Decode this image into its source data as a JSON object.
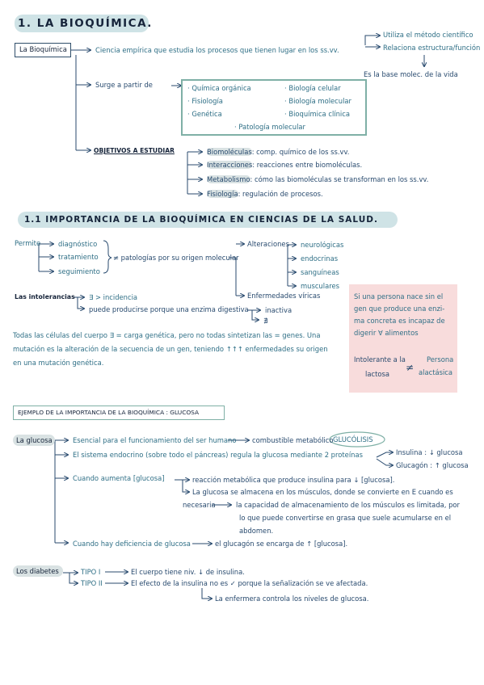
{
  "section1": {
    "title": "1. LA BIOQUÍMICA.",
    "main_label": "La Bioquímica",
    "def": "Ciencia empírica que estudia los procesos que tienen lugar en los ss.vv.",
    "uses": "Utiliza el método científico",
    "relates": "Relaciona estructura/función",
    "base": "Es la base molec. de la vida",
    "surge": "Surge a partir de",
    "origins": [
      "· Química orgánica",
      "· Biología celular",
      "· Fisiología",
      "· Biología molecular",
      "· Genética",
      "· Bioquímica clínica",
      "· Patología molecular"
    ],
    "objetivos_label": "OBJETIVOS A ESTUDIAR",
    "objetivos": [
      {
        "term": "Biomoléculas",
        "desc": ": comp. químico de los ss.vv."
      },
      {
        "term": "Interacciones",
        "desc": ": reacciones entre biomoléculas."
      },
      {
        "term": "Metabolismo",
        "desc": ": cómo las biomoléculas se transforman en los ss.vv."
      },
      {
        "term": "Fisiología",
        "desc": ": regulación de procesos."
      }
    ]
  },
  "section2": {
    "title": "1.1 IMPORTANCIA DE LA BIOQUÍMICA EN CIENCIAS DE LA SALUD.",
    "permite": "Permite",
    "permite_items": [
      "diagnóstico",
      "tratamiento",
      "seguimiento"
    ],
    "patologias": "≠ patologías por su origen molecular",
    "alteraciones": "Alteraciones",
    "alt_items": [
      "neurológicas",
      "endocrinas",
      "sanguíneas",
      "musculares"
    ],
    "enfermedades": "Enfermedades víricas",
    "intolerancias": "Las intolerancias",
    "int_item1": "∃ > incidencia",
    "int_item2": "puede producirse porque una enzima digestiva",
    "inactiva": "inactiva",
    "no_existe": "∄",
    "para1": "Todas las células del cuerpo ∃ = carga genética, pero no todas sintetizan las = genes. Una",
    "para2": "mutación es la alteración de la secuencia de un gen, teniendo ↑↑↑ enfermedades su origen",
    "para3": "en una mutación genética.",
    "note1": "Si una persona nace sin el",
    "note2": "gen que produce una enzi-",
    "note3": "ma concreta es incapaz de",
    "note4": "digerir ∀ alimentos",
    "note5": "Intolerante a la",
    "note6": "lactosa",
    "note_neq": "≠",
    "note7": "Persona",
    "note8": "alactásica"
  },
  "section3": {
    "title": "EJEMPLO DE LA IMPORTANCIA DE LA BIOQUÍMICA : GLUCOSA",
    "glucosa": "La glucosa",
    "g1": "Esencial para el funcionamiento del ser humano",
    "g1b": "combustible metabólico",
    "glucolisis": "GLUCÓLISIS",
    "g2": "El sistema endocrino (sobre todo el páncreas) regula la glucosa mediante 2 proteínas",
    "insulina": "Insulina : ↓ glucosa",
    "glucagon": "Glucagón : ↑ glucosa",
    "g3": "Cuando aumenta [glucosa]",
    "g3a": "reacción metabólica que produce insulina para ↓ [glucosa].",
    "g3b": "La glucosa se almacena en los músculos, donde se convierte en E cuando es",
    "g3c": "necesaria",
    "g3d": "la capacidad de almacenamiento de los músculos es limitada, por",
    "g3e": "lo que puede convertirse en grasa que suele acumularse en el",
    "g3f": "abdomen.",
    "g4": "Cuando hay deficiencia de glucosa",
    "g4b": "el glucagón se encarga de ↑ [glucosa].",
    "diabetes": "Los diabetes",
    "d1": "TIPO I",
    "d1b": "El cuerpo tiene niv. ↓ de insulina.",
    "d2": "TIPO II",
    "d2b": "El efecto de la insulina no es ✓ porque la señalización se ve afectada.",
    "d3": "La enfermera controla los niveles de glucosa."
  },
  "colors": {
    "ink": "#284a6e",
    "accent": "#2f6f86",
    "highlight": "#cfe3e6",
    "box": "#7fb0a6",
    "note": "#f8dcdc"
  }
}
